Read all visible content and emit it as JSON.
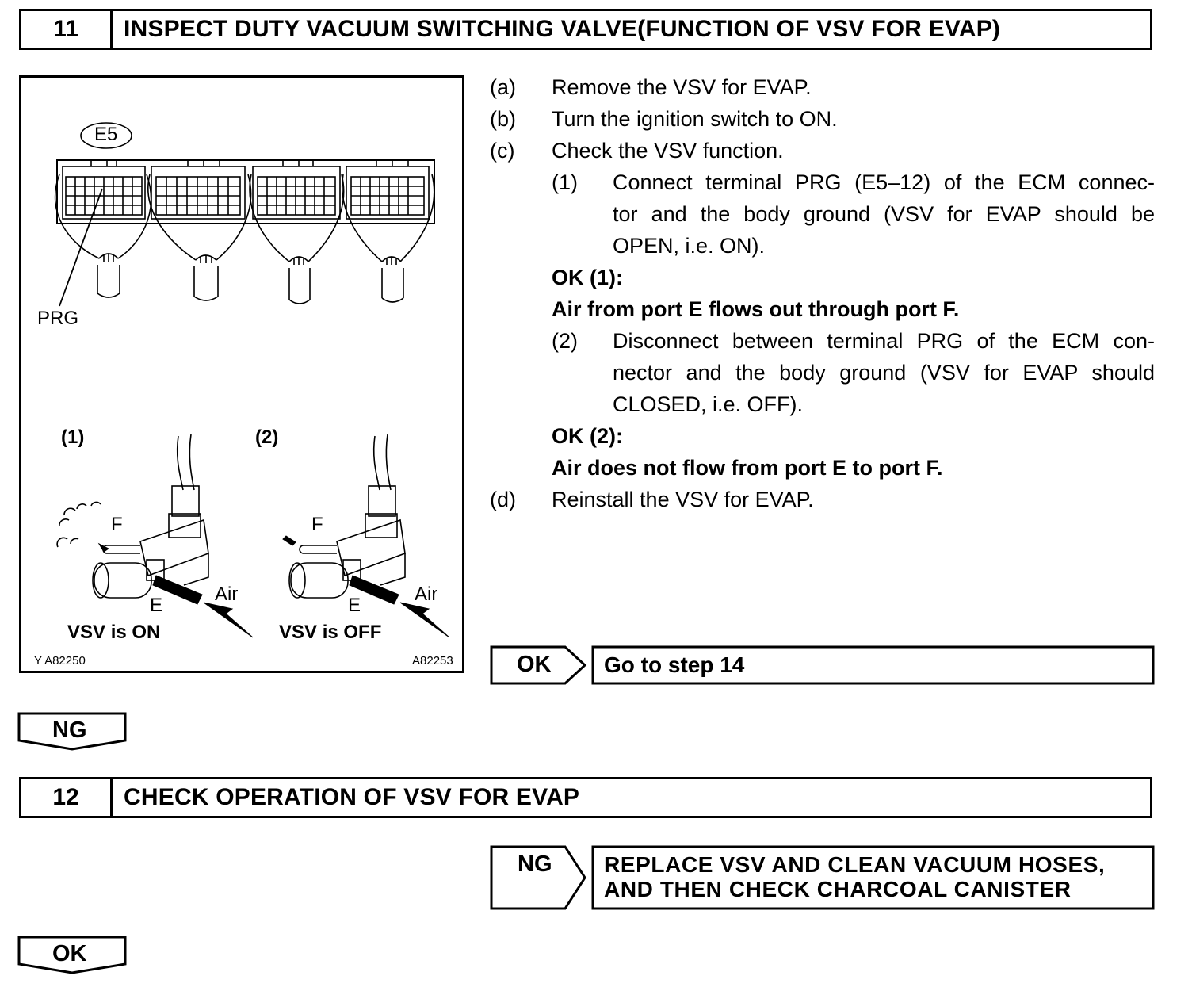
{
  "step11": {
    "number": "11",
    "title": "INSPECT DUTY VACUUM SWITCHING VALVE(FUNCTION OF VSV FOR EVAP)"
  },
  "figure": {
    "connector_label": "E5",
    "terminal_label": "PRG",
    "panel1_num": "(1)",
    "panel2_num": "(2)",
    "port_f": "F",
    "port_e": "E",
    "air": "Air",
    "panel1_caption": "VSV is ON",
    "panel2_caption": "VSV is OFF",
    "code_left": "Y  A82250",
    "code_right": "A82253"
  },
  "instructions": {
    "a_label": "(a)",
    "a_text": "Remove the VSV for EVAP.",
    "b_label": "(b)",
    "b_text": "Turn the ignition switch to ON.",
    "c_label": "(c)",
    "c_text": "Check the VSV function.",
    "c1_label": "(1)",
    "c1_line1": "Connect terminal PRG (E5–12) of the ECM connec-",
    "c1_line2": "tor and the body ground (VSV for EVAP should be",
    "c1_line3": "OPEN, i.e. ON).",
    "ok1_heading": "OK (1):",
    "ok1_text": "Air from port E flows out through port F.",
    "c2_label": "(2)",
    "c2_line1": "Disconnect between terminal PRG of the ECM con-",
    "c2_line2": "nector and the body ground (VSV for EVAP should",
    "c2_line3": "CLOSED, i.e. OFF).",
    "ok2_heading": "OK (2):",
    "ok2_text": "Air does not flow from port E to port F.",
    "d_label": "(d)",
    "d_text": "Reinstall the VSV for EVAP."
  },
  "result_ok": {
    "tag": "OK",
    "text": "Go to step 14"
  },
  "ng_tag": "NG",
  "step12": {
    "number": "12",
    "title": "CHECK OPERATION OF VSV FOR EVAP"
  },
  "result_ng": {
    "tag": "NG",
    "line1": "REPLACE VSV AND CLEAN VACUUM HOSES,",
    "line2": "AND THEN CHECK CHARCOAL CANISTER"
  },
  "ok_tag": "OK"
}
